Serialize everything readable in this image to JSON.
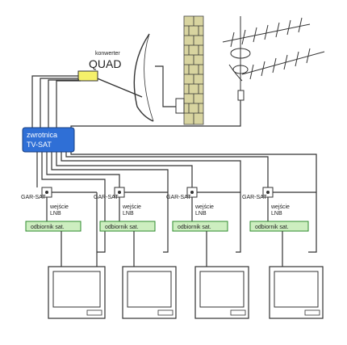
{
  "converter": {
    "label_small": "konwerter",
    "label_big": "QUAD",
    "color": "#f5f06a"
  },
  "multiswitch": {
    "line1": "zwrotnica",
    "line2": "TV-SAT",
    "fill": "#2f6fd6"
  },
  "receivers": [
    {
      "splitter_label": "GAR-SAT",
      "input_label_1": "wejście",
      "input_label_2": "LNB",
      "box_label": "odbiornik sat."
    },
    {
      "splitter_label": "GAR-SAT",
      "input_label_1": "wejście",
      "input_label_2": "LNB",
      "box_label": "odbiornik sat."
    },
    {
      "splitter_label": "GAR-SAT",
      "input_label_1": "wejście",
      "input_label_2": "LNB",
      "box_label": "odbiornik sat."
    },
    {
      "splitter_label": "GAR-SAT",
      "input_label_1": "wejście",
      "input_label_2": "LNB",
      "box_label": "odbiornik sat."
    }
  ],
  "colors": {
    "wall": "#d8d4a0",
    "receiver_box": "#cdeec0",
    "receiver_border": "#2e8b2e"
  }
}
